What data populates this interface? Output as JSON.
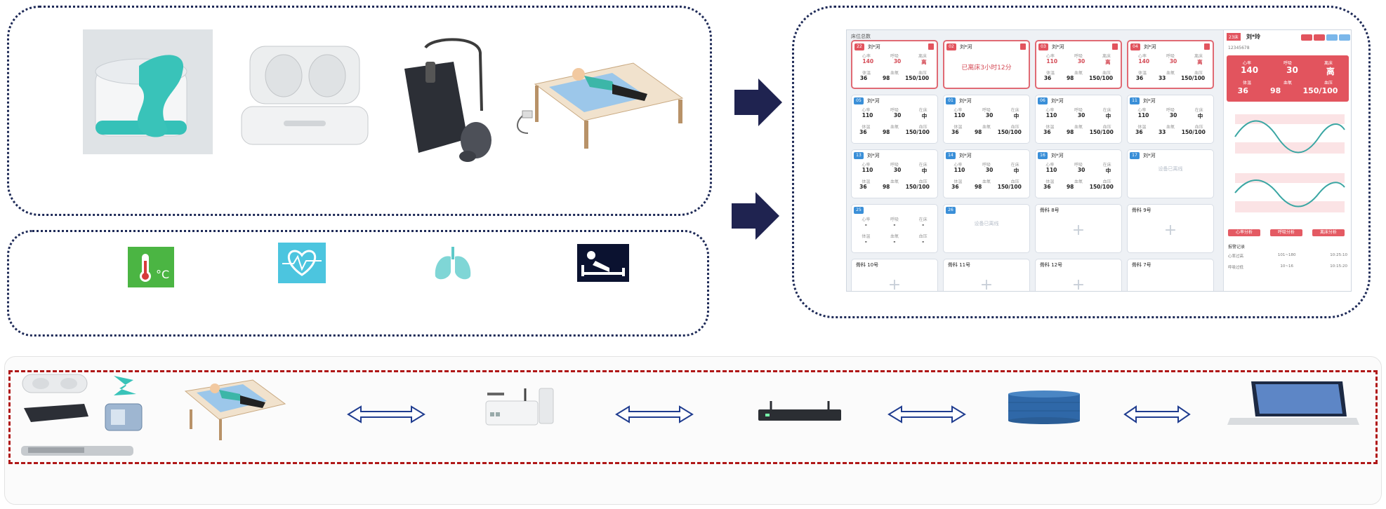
{
  "colors": {
    "dotted_border": "#1e2a57",
    "red_dash_border": "#b01818",
    "arrow_fill": "#1f2350",
    "alert_red": "#e2545e",
    "teal": "#3cc3bd",
    "blue_id": "#3a8fd8"
  },
  "devices_top": [
    {
      "name": "sensor-pad-device"
    },
    {
      "name": "sensor-case-device"
    },
    {
      "name": "bp-cuff-device"
    },
    {
      "name": "bed-patient-device"
    }
  ],
  "vital_icons": [
    {
      "name": "thermometer-icon",
      "unit": "°C"
    },
    {
      "name": "heartbeat-icon"
    },
    {
      "name": "lungs-icon"
    },
    {
      "name": "bed-rest-icon"
    }
  ],
  "dashboard": {
    "title": "床位总数",
    "cards": [
      {
        "id": "22",
        "name": "刘*河",
        "alert": true,
        "labels": [
          "心率",
          "呼吸",
          "离床"
        ],
        "v1": [
          "140",
          "30",
          "离"
        ],
        "labels2": [
          "体温",
          "血氧",
          "血压"
        ],
        "v2": [
          "36",
          "98",
          "150/100"
        ]
      },
      {
        "id": "02",
        "name": "刘*河",
        "alert": true,
        "message": "已离床3小时12分"
      },
      {
        "id": "03",
        "name": "刘*河",
        "alert": true,
        "labels": [
          "心率",
          "呼吸",
          "离床"
        ],
        "v1": [
          "110",
          "30",
          "离"
        ],
        "labels2": [
          "体温",
          "血氧",
          "血压"
        ],
        "v2": [
          "36",
          "98",
          "150/100"
        ]
      },
      {
        "id": "04",
        "name": "刘*河",
        "alert": true,
        "labels": [
          "心率",
          "呼吸",
          "离床"
        ],
        "v1": [
          "140",
          "30",
          "离"
        ],
        "labels2": [
          "体温",
          "血氧",
          "血压"
        ],
        "v2": [
          "36",
          "33",
          "150/100"
        ]
      },
      {
        "id": "05",
        "name": "刘*河",
        "alert": false,
        "labels": [
          "心率",
          "呼吸",
          "在床"
        ],
        "v1": [
          "110",
          "30",
          "中"
        ],
        "labels2": [
          "体温",
          "血氧",
          "血压"
        ],
        "v2": [
          "36",
          "98",
          "150/100"
        ]
      },
      {
        "id": "01",
        "name": "刘*河",
        "alert": false,
        "labels": [
          "心率",
          "呼吸",
          "在床"
        ],
        "v1": [
          "110",
          "30",
          "中"
        ],
        "labels2": [
          "体温",
          "血氧",
          "血压"
        ],
        "v2": [
          "36",
          "98",
          "150/100"
        ]
      },
      {
        "id": "06",
        "name": "刘*河",
        "alert": false,
        "labels": [
          "心率",
          "呼吸",
          "在床"
        ],
        "v1": [
          "110",
          "30",
          "中"
        ],
        "labels2": [
          "体温",
          "血氧",
          "血压"
        ],
        "v2": [
          "36",
          "98",
          "150/100"
        ]
      },
      {
        "id": "11",
        "name": "刘*河",
        "alert": false,
        "labels": [
          "心率",
          "呼吸",
          "在床"
        ],
        "v1": [
          "110",
          "30",
          "中"
        ],
        "labels2": [
          "体温",
          "血氧",
          "血压"
        ],
        "v2": [
          "36",
          "33",
          "150/100"
        ]
      },
      {
        "id": "13",
        "name": "刘*河",
        "alert": false,
        "labels": [
          "心率",
          "呼吸",
          "在床"
        ],
        "v1": [
          "110",
          "30",
          "中"
        ],
        "labels2": [
          "体温",
          "血氧",
          "血压"
        ],
        "v2": [
          "36",
          "98",
          "150/100"
        ]
      },
      {
        "id": "14",
        "name": "刘*河",
        "alert": false,
        "labels": [
          "心率",
          "呼吸",
          "在床"
        ],
        "v1": [
          "110",
          "30",
          "中"
        ],
        "labels2": [
          "体温",
          "血氧",
          "血压"
        ],
        "v2": [
          "36",
          "98",
          "150/100"
        ]
      },
      {
        "id": "16",
        "name": "刘*河",
        "alert": false,
        "labels": [
          "心率",
          "呼吸",
          "在床"
        ],
        "v1": [
          "110",
          "30",
          "中"
        ],
        "labels2": [
          "体温",
          "血氧",
          "血压"
        ],
        "v2": [
          "36",
          "98",
          "150/100"
        ]
      },
      {
        "id": "17",
        "name": "刘*河",
        "alert": false,
        "ghost": "设备已离线"
      },
      {
        "id": "25",
        "name": "",
        "alert": false,
        "labels": [
          "心率",
          "呼吸",
          "在床"
        ],
        "v1": [
          "-",
          "-",
          "-"
        ],
        "labels2": [
          "体温",
          "血氧",
          "血压"
        ],
        "v2": [
          "-",
          "-",
          "-"
        ]
      },
      {
        "id": "26",
        "name": "",
        "alert": false,
        "ghost": "设备已离线"
      },
      {
        "id": "",
        "name": "骨科 8号",
        "alert": false,
        "plus": "+"
      },
      {
        "id": "",
        "name": "骨科 9号",
        "alert": false,
        "plus": "+"
      },
      {
        "id": "",
        "name": "骨科 10号",
        "alert": false,
        "plus": "+"
      },
      {
        "id": "",
        "name": "骨科 11号",
        "alert": false,
        "plus": "+"
      },
      {
        "id": "",
        "name": "骨科 12号",
        "alert": false,
        "plus": "+"
      },
      {
        "id": "",
        "name": "骨科 7号",
        "alert": false,
        "ghost": ""
      }
    ],
    "side": {
      "patient": "刘*玲",
      "tag": "23床",
      "phone": "12345678",
      "summary": [
        "心率",
        "呼吸",
        "离床"
      ],
      "summary_values": [
        "140",
        "30",
        "离"
      ],
      "summary2": [
        "体温",
        "血氧",
        "血压"
      ],
      "summary2_values": [
        "36",
        "98",
        "150/100"
      ],
      "buttons": [
        "心率分析",
        "呼吸分析",
        "离床分析"
      ],
      "table_title": "报警记录",
      "table_rows": [
        [
          "心率过高",
          "101~180",
          "10:25:10"
        ],
        [
          "呼吸过低",
          "10~16",
          "10:15:20"
        ]
      ]
    }
  },
  "pipeline": [
    {
      "name": "devices-group"
    },
    {
      "name": "gateway-router"
    },
    {
      "name": "network-switch"
    },
    {
      "name": "database-server"
    },
    {
      "name": "laptop-client"
    }
  ]
}
